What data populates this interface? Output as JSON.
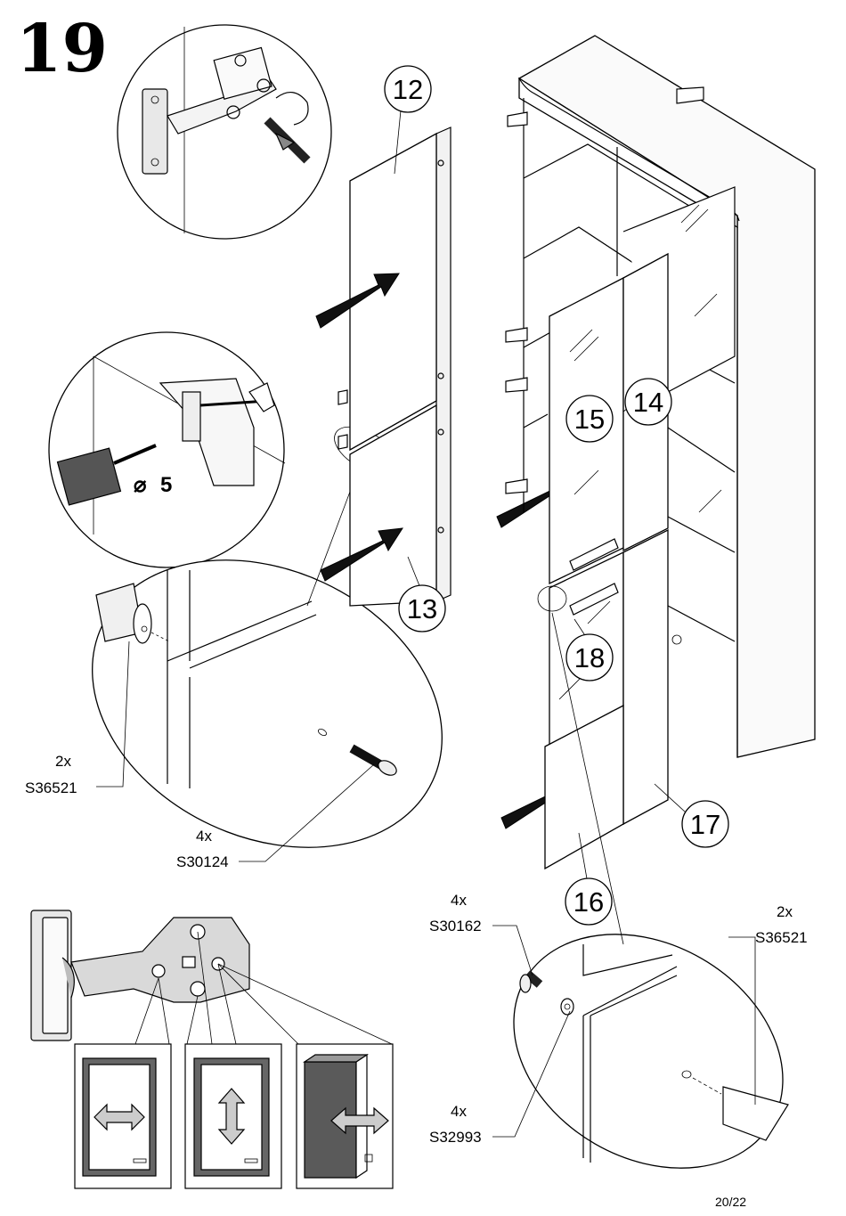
{
  "step_number": "19",
  "page_label": "20/22",
  "drill_diameter": {
    "symbol": "⌀",
    "value": "5"
  },
  "part_callouts": [
    {
      "id": "p12",
      "label": "12"
    },
    {
      "id": "p13",
      "label": "13"
    },
    {
      "id": "p14",
      "label": "14"
    },
    {
      "id": "p15",
      "label": "15"
    },
    {
      "id": "p16",
      "label": "16"
    },
    {
      "id": "p17",
      "label": "17"
    },
    {
      "id": "p18",
      "label": "18"
    }
  ],
  "hardware": [
    {
      "id": "h1",
      "qty": "2x",
      "code": "S36521"
    },
    {
      "id": "h2",
      "qty": "4x",
      "code": "S30124"
    },
    {
      "id": "h3",
      "qty": "4x",
      "code": "S30162"
    },
    {
      "id": "h4",
      "qty": "2x",
      "code": "S36521"
    },
    {
      "id": "h5",
      "qty": "4x",
      "code": "S32993"
    }
  ],
  "adjustments": [
    {
      "id": "side-adjustment",
      "icon": "horizontal-arrow-icon"
    },
    {
      "id": "height-adjustment",
      "icon": "vertical-arrow-icon"
    },
    {
      "id": "depth-adjustment",
      "icon": "depth-arrow-icon"
    }
  ]
}
